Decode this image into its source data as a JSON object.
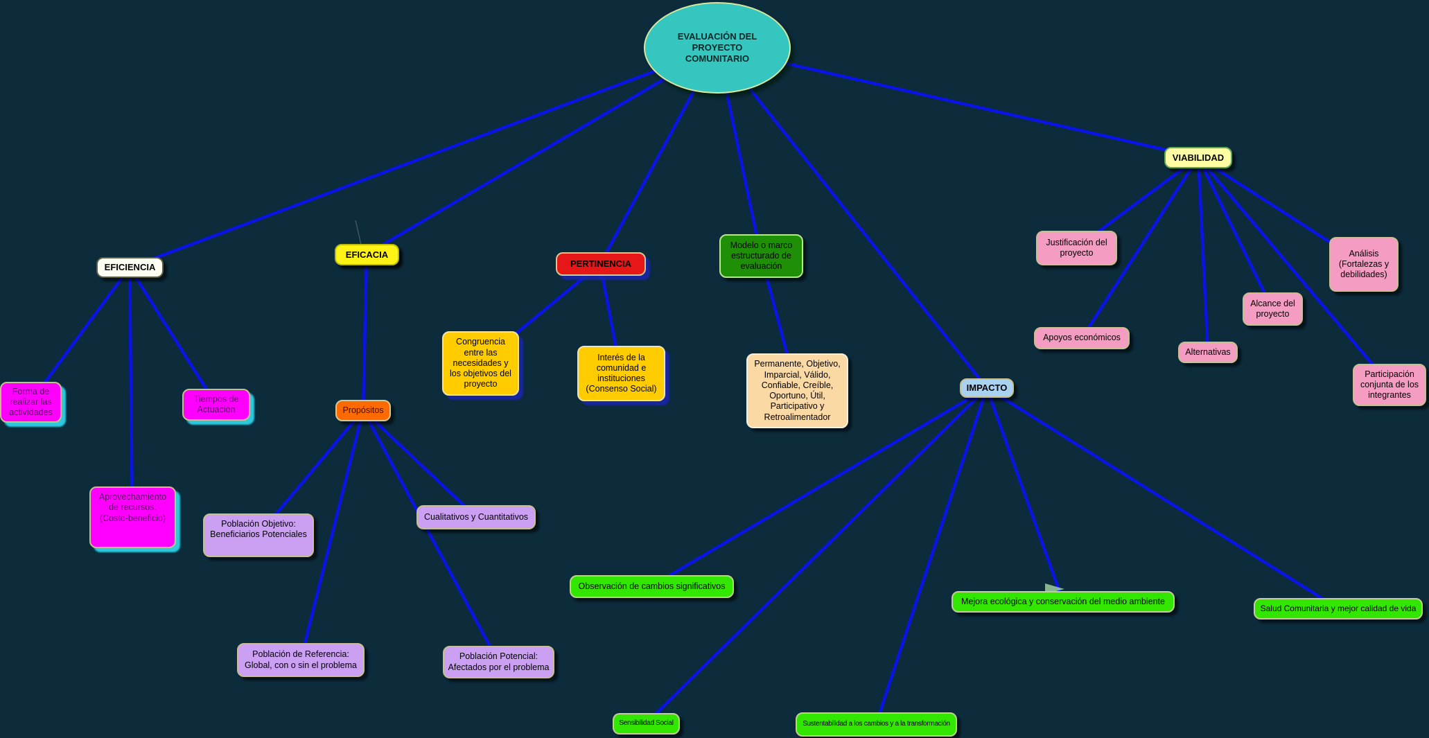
{
  "palette": {
    "background": "#0C2B3B",
    "link_blue": "#0A14E6",
    "root_fill": "#35C6BF",
    "root_border": "#D9E79E",
    "magenta": "#FF00FF",
    "magenta_shadow_cyan": "#2EC9DE",
    "orange": "#FF6A00",
    "lavender": "#CBA0F2",
    "gold": "#FFCC00",
    "gold_shadow_blue": "#1826AA",
    "red": "#E81717",
    "dark_green": "#1F8F07",
    "peach": "#FBD9A5",
    "pale_yellow": "#FFFFA3",
    "pink": "#F59CC3",
    "light_blue": "#A9D2F1",
    "bright_green": "#33E600",
    "ivory": "#FDFDF2",
    "yellow": "#FFF215",
    "tan_border": "#C9BE8D"
  },
  "nodes": {
    "root": {
      "label": "EVALUACIÓN DEL PROYECTO COMUNITARIO"
    },
    "eficiencia": {
      "label": "EFICIENCIA"
    },
    "forma": {
      "label": "Forma de realizar las actividades"
    },
    "tiempos": {
      "label": "Tiempos de Actuación"
    },
    "aprovechamiento": {
      "label": "Aprovechamiento de recursos. (Costo-beneficio)"
    },
    "eficacia": {
      "label": "EFICACIA"
    },
    "propositos": {
      "label": "Propósitos"
    },
    "poblacion_objetivo": {
      "label": "Población Objetivo: Beneficiarios Potenciales"
    },
    "cualitativos": {
      "label": "Cualitativos y Cuantitativos"
    },
    "poblacion_referencia": {
      "label": "Población de Referencia: Global, con o sin el problema"
    },
    "poblacion_potencial": {
      "label": "Población Potencial: Afectados por el problema"
    },
    "pertinencia": {
      "label": "PERTINENCIA"
    },
    "congruencia": {
      "label": "Congruencia entre las necesidades y los objetivos del proyecto"
    },
    "interes": {
      "label": "Interés de la comunidad e instituciones (Consenso Social)"
    },
    "modelo": {
      "label": "Modelo o marco estructurado de evaluación"
    },
    "permanente": {
      "label": "Permanente, Objetivo, Imparcial, Válido, Confiable, Creíble, Oportuno, Útil, Participativo y Retroalimentador"
    },
    "viabilidad": {
      "label": "VIABILIDAD"
    },
    "justificacion": {
      "label": "Justificación del proyecto"
    },
    "apoyos": {
      "label": "Apoyos económicos"
    },
    "alternativas": {
      "label": "Alternativas"
    },
    "alcance": {
      "label": "Alcance del proyecto"
    },
    "analisis": {
      "label": "Análisis (Fortalezas y debilidades)"
    },
    "participacion": {
      "label": "Participación conjunta de los integrantes"
    },
    "impacto": {
      "label": "IMPACTO"
    },
    "observacion": {
      "label": "Observación de cambios significativos"
    },
    "mejora": {
      "label": "Mejora ecológica y conservación del medio ambiente"
    },
    "salud": {
      "label": "Salud Comunitaria y mejor calidad de vida"
    },
    "sensibilidad": {
      "label": "Sensibilidad Social"
    },
    "sustentabilidad": {
      "label": "Sustentabilidad  a los cambios y a la transformación"
    }
  }
}
